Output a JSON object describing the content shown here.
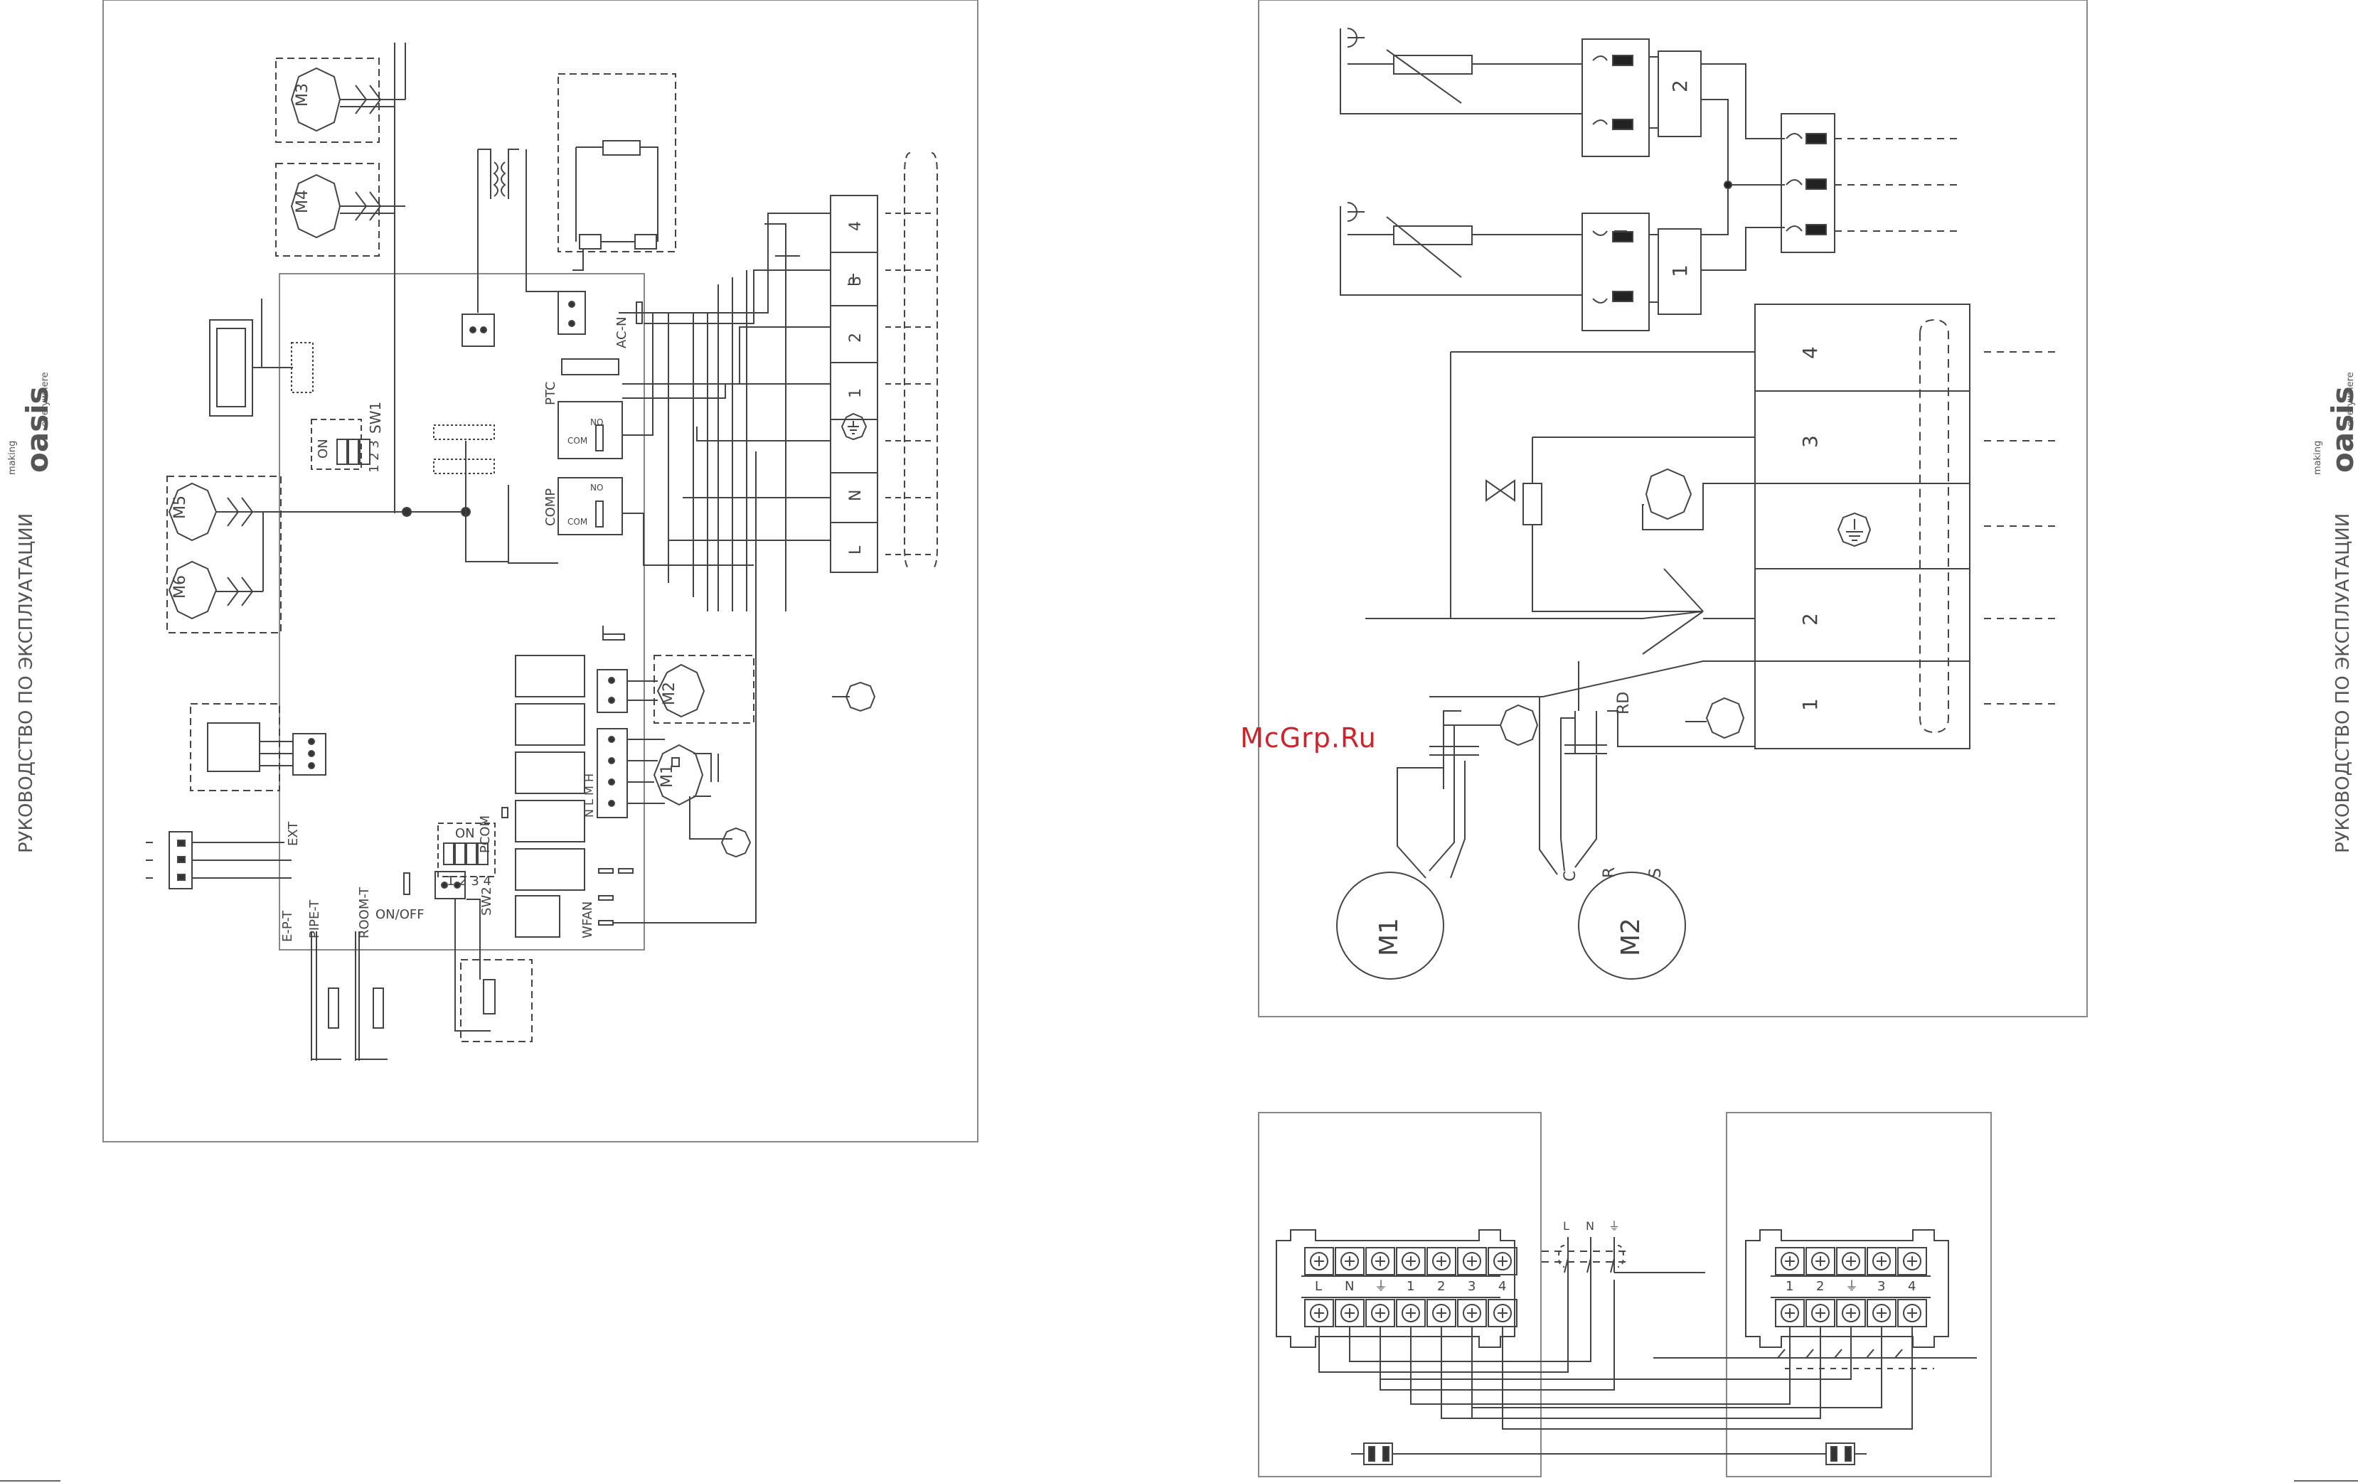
{
  "side_text": {
    "manual_title": "РУКОВОДСТВО ПО ЭКСПЛУАТАЦИИ",
    "brand": "oasis",
    "tagline_top": "making",
    "tagline_bottom": "everywhere"
  },
  "watermark": "McGrp.Ru",
  "indoor": {
    "motors": [
      "M3",
      "M4",
      "M5",
      "M6",
      "M2",
      "M1"
    ],
    "switch_sw1": "SW1",
    "switch_sw1_on": "ON",
    "switch_sw1_nums": "1 2 3",
    "switch_sw2": "SW2",
    "switch_sw2_on": "ON",
    "switch_sw2_nums": "1 2 3 4",
    "pcom": "PCOM",
    "ptc": "PTC",
    "comp": "COMP",
    "no": "NO",
    "com": "COM",
    "ac_n": "AC-N",
    "wfan": "WFAN",
    "fan_speeds": "N L M H",
    "ext": "EXT",
    "ep_t": "E-P-T",
    "pipe_t": "PIPE-T",
    "room_t": "ROOM-T",
    "on_off": "ON/OFF",
    "terminals": [
      "4",
      "3",
      "2",
      "1",
      "N",
      "L"
    ]
  },
  "outdoor": {
    "motors": [
      "M1",
      "M2"
    ],
    "rd": "RD",
    "cap_c": "C",
    "cap_r": "R",
    "cap_s": "S",
    "terminals": [
      "4",
      "3",
      "2",
      "1"
    ],
    "sensor_groups": [
      "2",
      "1"
    ]
  },
  "connection": {
    "indoor_labels": [
      "L",
      "N",
      "⏚",
      "1",
      "2",
      "3",
      "4"
    ],
    "outdoor_labels": [
      "1",
      "2",
      "⏚",
      "3",
      "4"
    ],
    "power_labels": [
      "L",
      "N",
      "⏚"
    ]
  }
}
